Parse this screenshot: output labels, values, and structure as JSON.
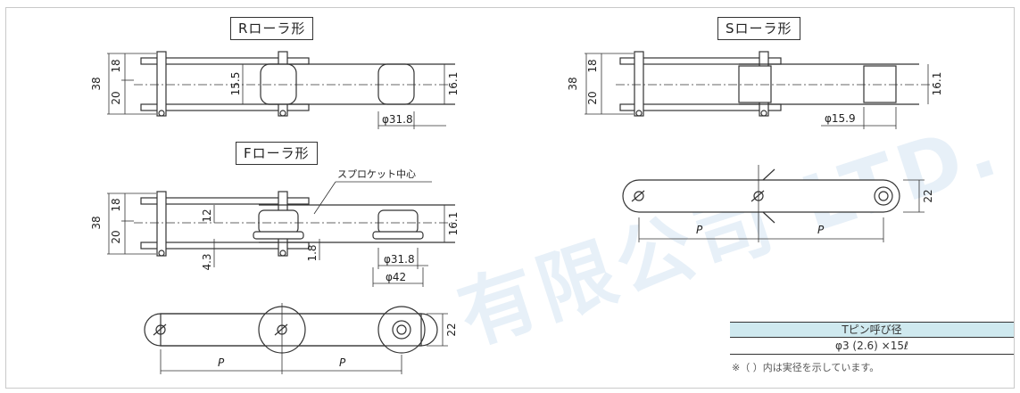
{
  "titles": {
    "r_roller": "Rローラ形",
    "s_roller": "Sローラ形",
    "f_roller": "Fローラ形"
  },
  "r_diagram": {
    "total_height": "38",
    "upper_height": "18",
    "lower_height": "20",
    "inner_height": "15.5",
    "roller_width": "16.1",
    "roller_diameter": "φ31.8"
  },
  "s_diagram": {
    "total_height": "38",
    "upper_height": "18",
    "lower_height": "20",
    "roller_width": "16.1",
    "roller_diameter": "φ15.9"
  },
  "f_diagram": {
    "sprocket_center": "スプロケット中心",
    "total_height": "38",
    "upper_height": "18",
    "lower_height": "20",
    "offset_top": "12",
    "offset_bottom": "4.3",
    "flange_height": "1.8",
    "roller_width": "16.1",
    "roller_diameter": "φ31.8",
    "flange_diameter": "φ42"
  },
  "plan_views": {
    "pitch_label": "P",
    "plate_height": "22"
  },
  "spec_table": {
    "header": "Tピン呼び径",
    "value": "φ3 (2.6) ×15ℓ",
    "note": "※（ ）内は実径を示しています。"
  },
  "watermark_text": "有限公司 LTD.",
  "colors": {
    "line": "#333333",
    "table_header_bg": "#cfe9ef"
  }
}
